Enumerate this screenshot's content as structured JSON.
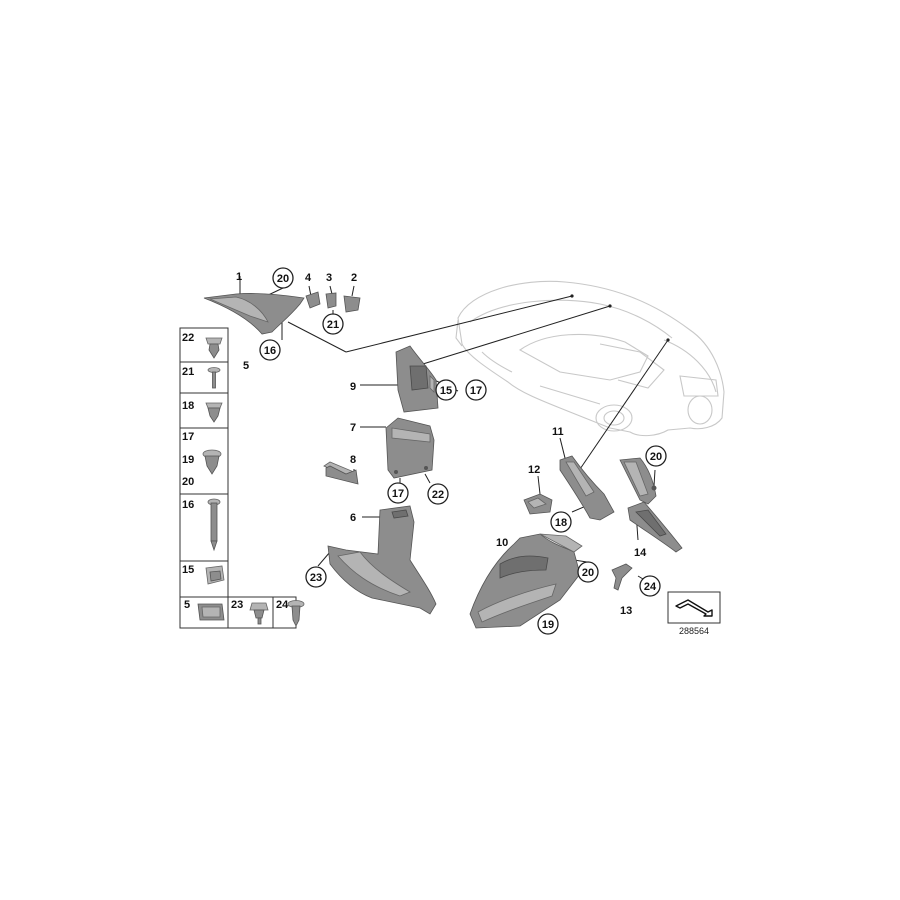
{
  "callouts": {
    "p1": "1",
    "p20a": "20",
    "p4": "4",
    "p3": "3",
    "p2": "2",
    "p21": "21",
    "p5": "5",
    "p16": "16",
    "p9": "9",
    "p15": "15",
    "p17a": "17",
    "p7": "7",
    "p8": "8",
    "p17b": "17",
    "p22": "22",
    "p6": "6",
    "p23": "23",
    "p11": "11",
    "p20b": "20",
    "p12": "12",
    "p18": "18",
    "p10": "10",
    "p20c": "20",
    "p19": "19",
    "p14": "14",
    "p24": "24",
    "p13": "13"
  },
  "legend_grid": {
    "rows": [
      {
        "labels": [
          "22"
        ]
      },
      {
        "labels": [
          "21"
        ]
      },
      {
        "labels": [
          "18"
        ]
      },
      {
        "labels": [
          "17",
          "19",
          "20"
        ]
      },
      {
        "labels": [
          "16"
        ]
      },
      {
        "labels": [
          "15"
        ]
      }
    ],
    "bottom_row": [
      "5",
      "23",
      "24"
    ]
  },
  "reference_number": "288564"
}
